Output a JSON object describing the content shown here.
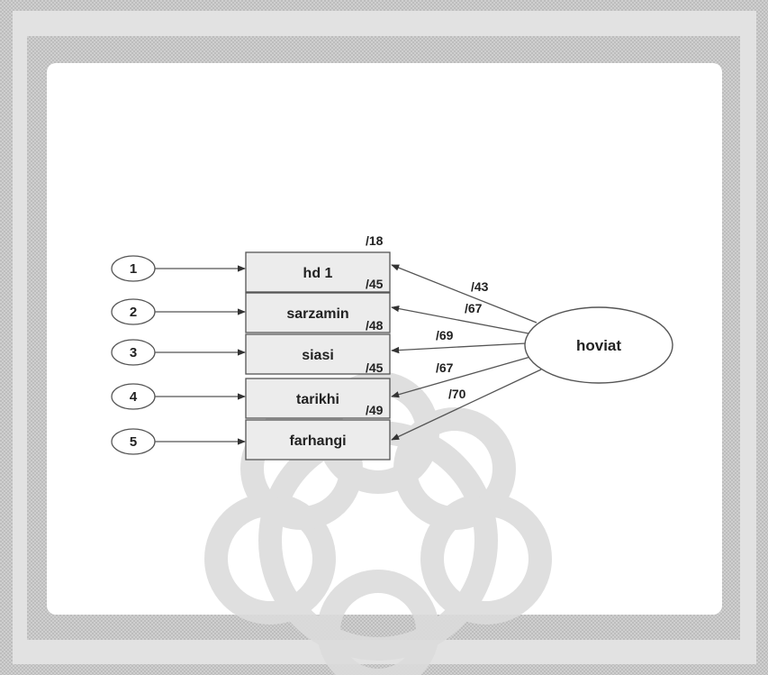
{
  "colors": {
    "frame": "#c9c9c9",
    "frame_texture": "#b9b9b9",
    "frame_inner": "#f4f4f4",
    "background": "#ffffff",
    "box_fill": "#ececec",
    "stroke": "#555555",
    "watermark": "#d9d9d9"
  },
  "diagram": {
    "latent": {
      "label": "hoviat"
    },
    "indicators": [
      {
        "error": "1",
        "label": "hd 1",
        "loading": "/43",
        "r2": "/18"
      },
      {
        "error": "2",
        "label": "sarzamin",
        "loading": "/67",
        "r2": "/45"
      },
      {
        "error": "3",
        "label": "siasi",
        "loading": "/69",
        "r2": "/48"
      },
      {
        "error": "4",
        "label": "tarikhi",
        "loading": "/67",
        "r2": "/45"
      },
      {
        "error": "5",
        "label": "farhangi",
        "loading": "/70",
        "r2": "/49"
      }
    ]
  }
}
